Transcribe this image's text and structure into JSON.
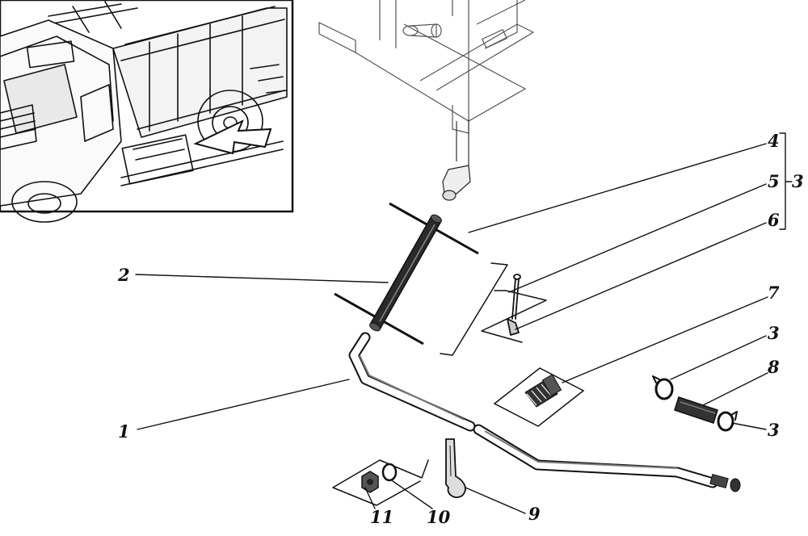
{
  "callouts": {
    "c1": "1",
    "c2": "2",
    "c3_group": "3",
    "c3_clip_upper": "3",
    "c3_clip_lower": "3",
    "c4": "4",
    "c5": "5",
    "c6": "6",
    "c7": "7",
    "c8": "8",
    "c9": "9",
    "c10": "10",
    "c11": "11"
  },
  "colors": {
    "ink": "#111111",
    "paper": "#ffffff"
  }
}
